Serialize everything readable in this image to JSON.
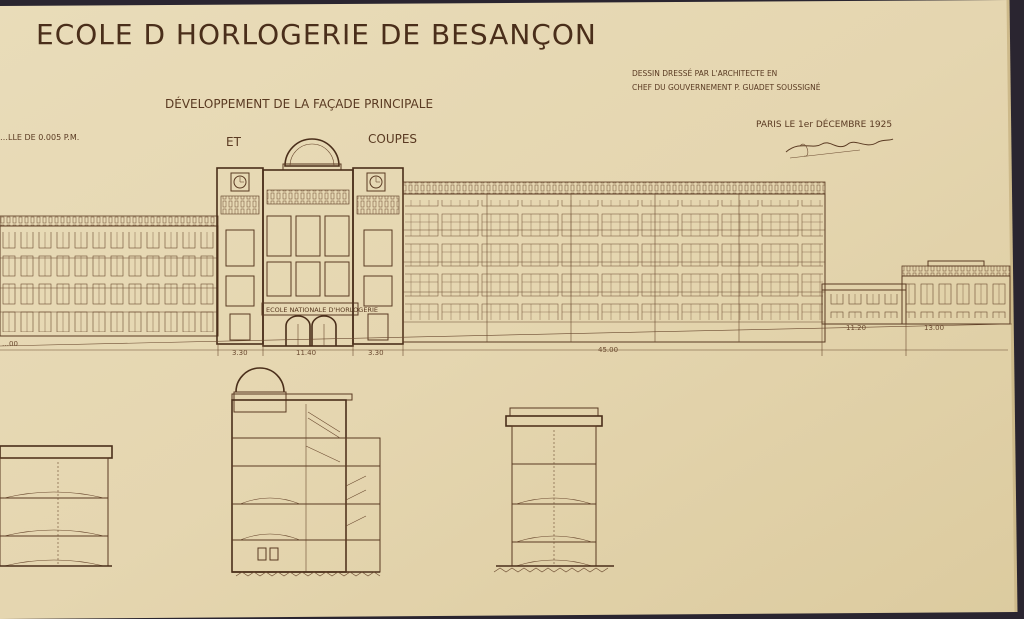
{
  "drawing": {
    "title": "ECOLE D HORLOGERIE DE BESANÇON",
    "subtitle_line1": "DÉVELOPPEMENT DE LA FAÇADE PRINCIPALE",
    "subtitle_line2": "ET",
    "subtitle_line3": "COUPES",
    "scale": "…LLE DE 0.005 P.M.",
    "architect_line1": "DESSIN DRESSÉ PAR L'ARCHITECTE EN",
    "architect_line2": "CHEF DU GOUVERNEMENT P. GUADET SOUSSIGNÉ",
    "date": "PARIS LE 1er DÉCEMBRE 1925",
    "entrance_sign": "ECOLE NATIONALE D'HORLOGERIE"
  },
  "dimensions": {
    "left_wing": "…00",
    "pavilion_left": "3.30",
    "center": "11.40",
    "pavilion_right": "3.30",
    "right_wing": "45.00",
    "annex_a": "11.20",
    "annex_b": "13.00"
  },
  "colors": {
    "paper": "#e6d8b4",
    "paper_edge": "#d9c79b",
    "ink": "#5a3a22",
    "background": "#2a2530"
  },
  "icons": {
    "signature": "signature-scribble",
    "clock": "clock-face"
  }
}
